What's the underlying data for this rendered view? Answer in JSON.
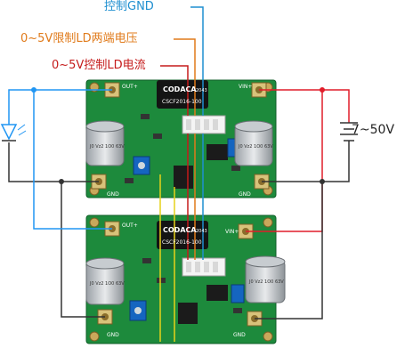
{
  "callouts": {
    "ctrl_gnd": "控制GND",
    "limit_voltage": "0~5V限制LD两端电压",
    "ctrl_current": "0~5V控制LD电流"
  },
  "supply_label": "7~50V",
  "boards": [
    {
      "inductor_brand": "CODACA",
      "inductor_code": "2043",
      "inductor_part": "CSCF2016-100",
      "cap_label": "J0 Vz2 1O0 63V",
      "pads": {
        "out_plus": "OUT+",
        "vin_plus": "VIN+",
        "gnd_left": "GND",
        "gnd_right": "GND"
      }
    },
    {
      "inductor_brand": "CODACA",
      "inductor_code": "2043",
      "inductor_part": "CSCF2016-100",
      "cap_label": "J0 Vz2 1O0 63V",
      "pads": {
        "out_plus": "OUT+",
        "vin_plus": "VIN+",
        "gnd_left": "GND",
        "gnd_right": "GND"
      }
    }
  ],
  "colors": {
    "ctrl_gnd": "#1f8fd0",
    "limit_voltage": "#e07a1a",
    "ctrl_current": "#c51b1b",
    "supply_positive": "#e11d2a",
    "ground_wire": "#333333",
    "led_link": "#2196f3",
    "pcb": "#1d8a3c"
  }
}
